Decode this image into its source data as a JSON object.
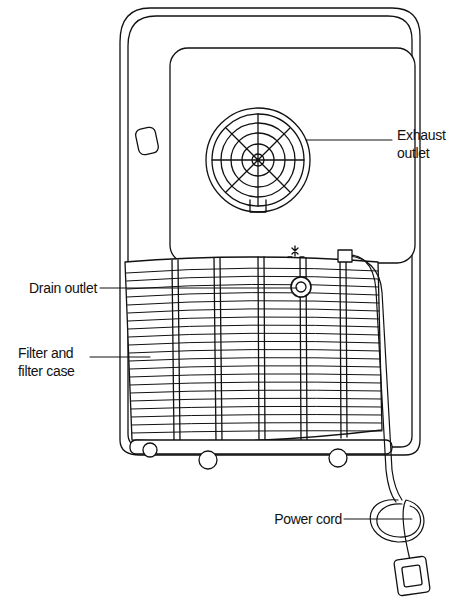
{
  "diagram": {
    "labels": [
      "Exhaust outlet",
      "Drain outlet",
      "Filter and filter case",
      "Power cord"
    ]
  }
}
